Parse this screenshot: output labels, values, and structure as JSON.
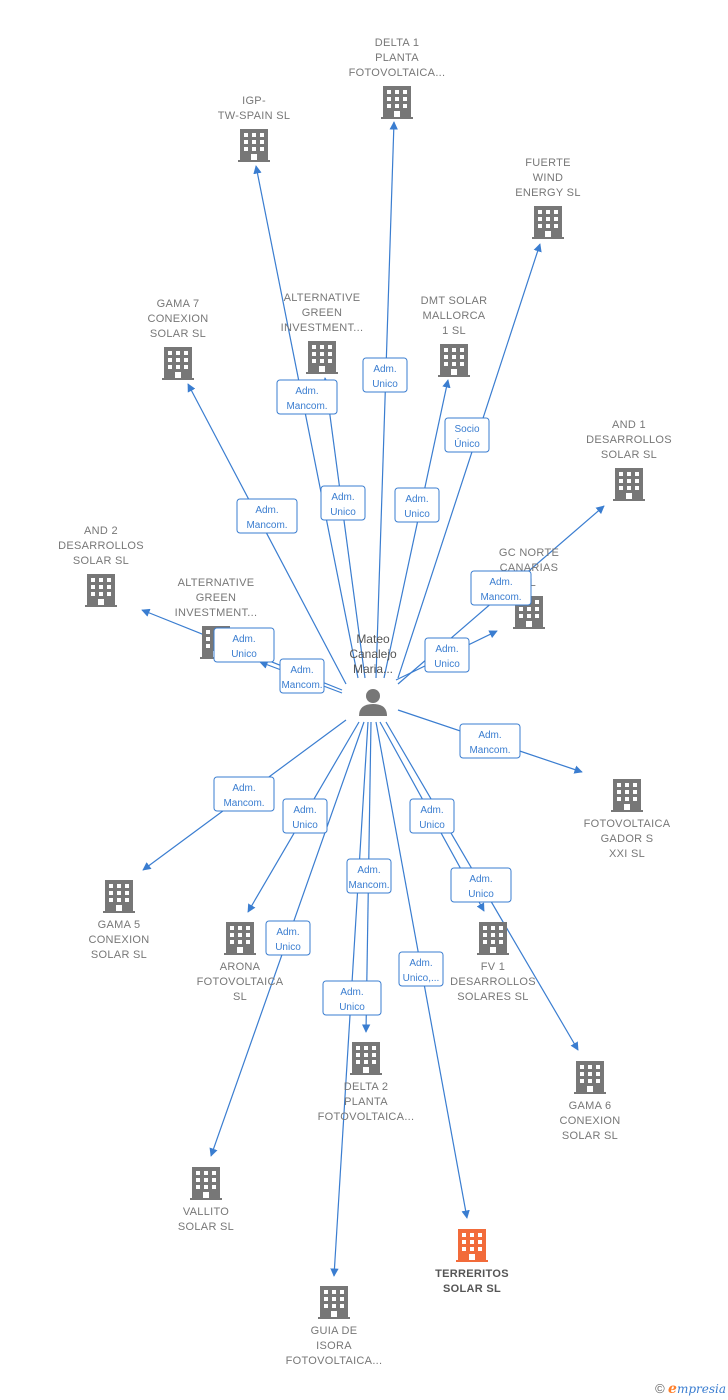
{
  "colors": {
    "edge": "#3a7dd0",
    "building": "#777777",
    "highlight": "#f26b3a",
    "label": "#777777"
  },
  "center": {
    "name_lines": [
      "Mateo",
      "Canalejo",
      "Maria..."
    ],
    "icon": "person-icon"
  },
  "companies": [
    {
      "id": "delta1",
      "lines": [
        "DELTA 1",
        "PLANTA",
        "FOTOVOLTAICA..."
      ]
    },
    {
      "id": "igp",
      "lines": [
        "IGP-",
        "TW-SPAIN  SL"
      ]
    },
    {
      "id": "fuerte",
      "lines": [
        "FUERTE",
        "WIND",
        "ENERGY  SL"
      ]
    },
    {
      "id": "gama7",
      "lines": [
        "GAMA 7",
        "CONEXION",
        "SOLAR  SL"
      ]
    },
    {
      "id": "altgreen1",
      "lines": [
        "ALTERNATIVE",
        "GREEN",
        "INVESTMENT..."
      ]
    },
    {
      "id": "dmt",
      "lines": [
        "DMT SOLAR",
        "MALLORCA",
        "1  SL"
      ]
    },
    {
      "id": "and1",
      "lines": [
        "AND 1",
        "DESARROLLOS",
        "SOLAR  SL"
      ]
    },
    {
      "id": "and2",
      "lines": [
        "AND 2",
        "DESARROLLOS",
        "SOLAR  SL"
      ]
    },
    {
      "id": "altgreen2",
      "lines": [
        "ALTERNATIVE",
        "GREEN",
        "INVESTMENT..."
      ]
    },
    {
      "id": "gcnorte",
      "lines": [
        "GC NORTE",
        "CANARIAS",
        "SL"
      ]
    },
    {
      "id": "gador",
      "lines": [
        "FOTOVOLTAICA",
        "GADOR S",
        "XXI  SL"
      ]
    },
    {
      "id": "gama5",
      "lines": [
        "GAMA 5",
        "CONEXION",
        "SOLAR  SL"
      ]
    },
    {
      "id": "arona",
      "lines": [
        "ARONA",
        "FOTOVOLTAICA",
        "SL"
      ]
    },
    {
      "id": "fv1",
      "lines": [
        "FV 1",
        "DESARROLLOS",
        "SOLARES  SL"
      ]
    },
    {
      "id": "gama6",
      "lines": [
        "GAMA 6",
        "CONEXION",
        "SOLAR  SL"
      ]
    },
    {
      "id": "delta2",
      "lines": [
        "DELTA 2",
        "PLANTA",
        "FOTOVOLTAICA..."
      ]
    },
    {
      "id": "vallito",
      "lines": [
        "VALLITO",
        "SOLAR  SL"
      ]
    },
    {
      "id": "terreritos",
      "lines": [
        "TERRERITOS",
        "SOLAR  SL"
      ],
      "highlight": true
    },
    {
      "id": "guia",
      "lines": [
        "GUIA DE",
        "ISORA",
        "FOTOVOLTAICA..."
      ]
    }
  ],
  "relations": [
    {
      "lines": [
        "Adm.",
        "Unico"
      ]
    },
    {
      "lines": [
        "Adm.",
        "Mancom."
      ]
    },
    {
      "lines": [
        "Socio",
        "Único"
      ]
    },
    {
      "lines": [
        "Adm.",
        "Mancom."
      ]
    },
    {
      "lines": [
        "Adm.",
        "Unico"
      ]
    },
    {
      "lines": [
        "Adm.",
        "Unico"
      ]
    },
    {
      "lines": [
        "Adm.",
        "Mancom."
      ]
    },
    {
      "lines": [
        "Adm.",
        "Unico"
      ]
    },
    {
      "lines": [
        "Adm.",
        "Mancom."
      ]
    },
    {
      "lines": [
        "Adm.",
        "Unico"
      ]
    },
    {
      "lines": [
        "Adm.",
        "Mancom."
      ]
    },
    {
      "lines": [
        "Adm.",
        "Mancom."
      ]
    },
    {
      "lines": [
        "Adm.",
        "Unico"
      ]
    },
    {
      "lines": [
        "Adm.",
        "Unico"
      ]
    },
    {
      "lines": [
        "Adm.",
        "Unico"
      ]
    },
    {
      "lines": [
        "Adm.",
        "Mancom."
      ]
    },
    {
      "lines": [
        "Adm.",
        "Unico"
      ]
    },
    {
      "lines": [
        "Adm.",
        "Unico,..."
      ]
    },
    {
      "lines": [
        "Adm.",
        "Unico"
      ]
    }
  ],
  "footer": {
    "copyright": "©",
    "brand_e": "e",
    "brand_rest": "mpresia"
  }
}
